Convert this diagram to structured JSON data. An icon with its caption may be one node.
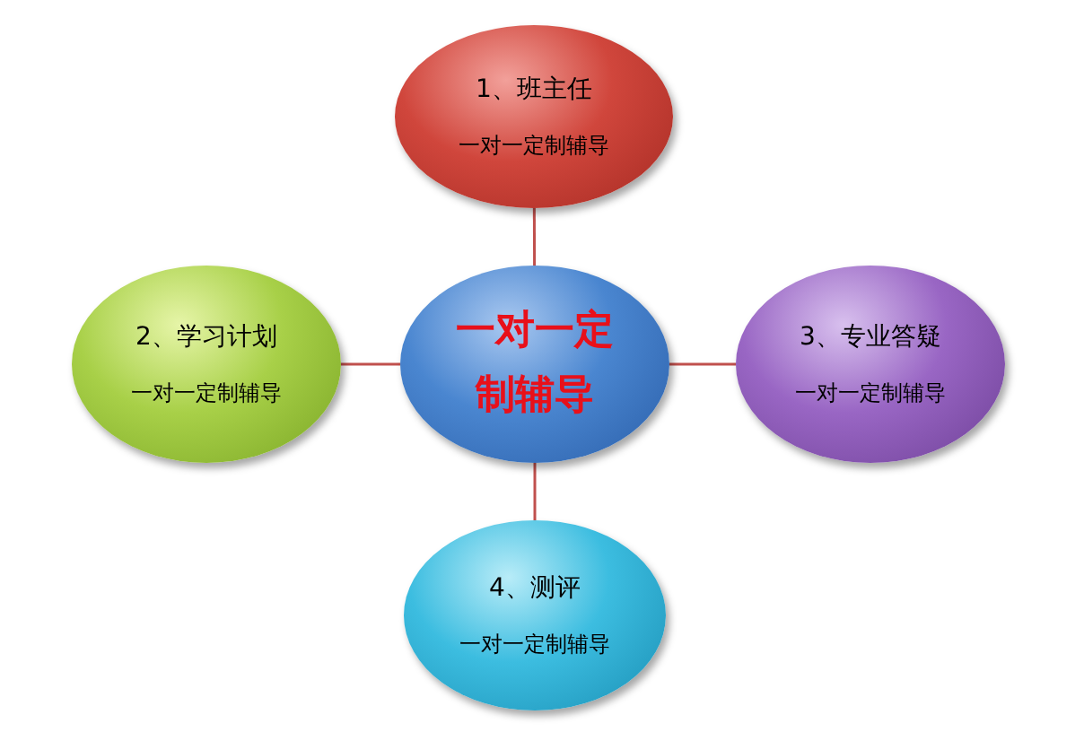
{
  "diagram": {
    "nodes": [
      {
        "text": [
          "一对一定制辅导"
        ]
      },
      {
        "text": [
          "1、班主任",
          "一对一定制辅导"
        ]
      },
      {
        "text": [
          "2、学习计划",
          "一对一定制辅导"
        ]
      },
      {
        "text": [
          "3、专业答疑",
          "一对一定制辅导"
        ]
      },
      {
        "text": [
          "4、测评",
          "一对一定制辅导"
        ]
      }
    ],
    "edges": [
      {
        "from": 0,
        "to": 1,
        "arrow": "none"
      },
      {
        "from": 0,
        "to": 2,
        "arrow": "none"
      },
      {
        "from": 0,
        "to": 3,
        "arrow": "none"
      },
      {
        "from": 0,
        "to": 4,
        "arrow": "none"
      }
    ]
  }
}
